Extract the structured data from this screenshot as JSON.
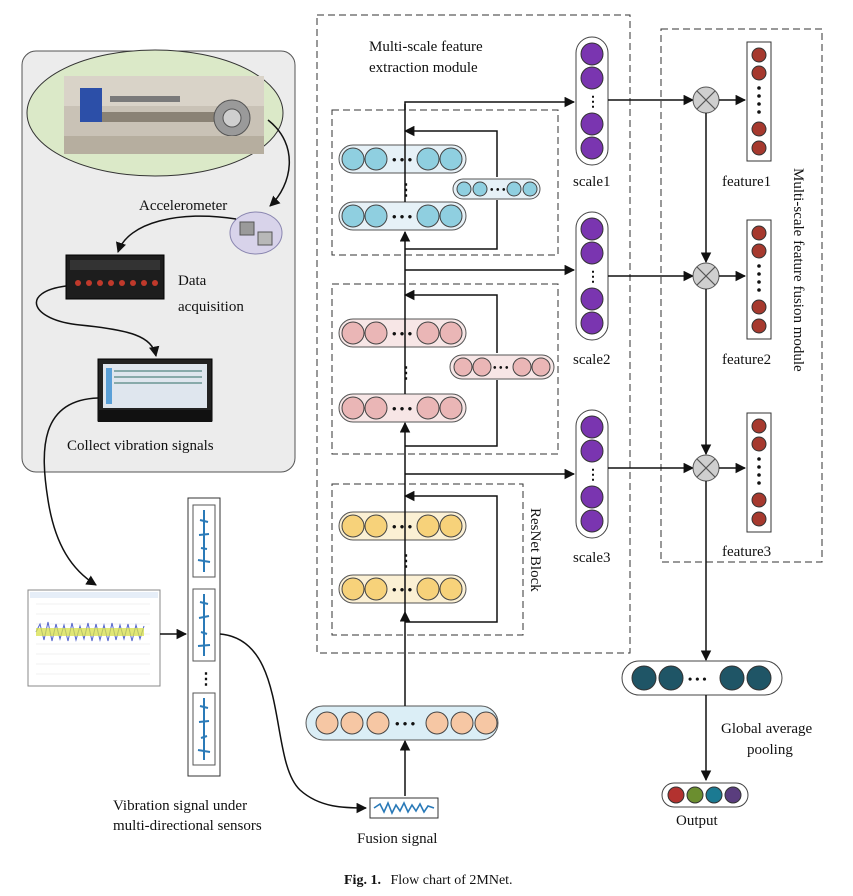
{
  "labels": {
    "accelerometer": "Accelerometer",
    "data_acq_1": "Data",
    "data_acq_2": "acquisition",
    "collect": "Collect vibration signals",
    "vib_1": "Vibration signal under",
    "vib_2": "multi-directional sensors",
    "fusion_signal": "Fusion signal",
    "module_1": "Multi-scale feature",
    "module_2": "extraction module",
    "resnet": "ResNet Block",
    "scale1": "scale1",
    "scale2": "scale2",
    "scale3": "scale3",
    "feature1": "feature1",
    "feature2": "feature2",
    "feature3": "feature3",
    "fusion_module": "Multi-scale feature fusion module",
    "gap_1": "Global average",
    "gap_2": "pooling",
    "output": "Output",
    "ellipsis": "• • •",
    "vdots": "⋮",
    "times": "×"
  },
  "caption": {
    "prefix": "Fig. 1.",
    "text": "Flow chart of 2MNet."
  },
  "colors": {
    "teal_block": "#8fcfe0",
    "pink_block": "#eab6b6",
    "yellow_block": "#f7d27a",
    "peach_block": "#f6c7a4",
    "purple_node": "#7a35b0",
    "red_node": "#a6392e",
    "gap_node": "#1f5566",
    "output_nodes": [
      "#b3322f",
      "#6b8e2f",
      "#1b7a92",
      "#5a3d7e"
    ]
  }
}
